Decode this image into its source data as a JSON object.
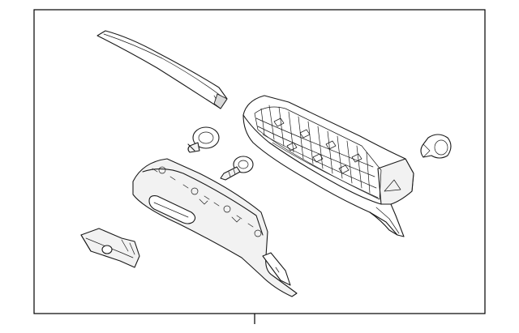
{
  "diagram": {
    "parts": [
      {
        "id": "trim-strip",
        "icon": "trim-strip-part"
      },
      {
        "id": "glove-box-bin",
        "icon": "glove-box-bin-part"
      },
      {
        "id": "bumper-stop-left",
        "icon": "bumper-stop-part"
      },
      {
        "id": "bumper-stop-right",
        "icon": "bumper-stop-part"
      },
      {
        "id": "screw",
        "icon": "screw-part"
      },
      {
        "id": "glove-box-door",
        "icon": "glove-box-door-part"
      },
      {
        "id": "latch-striker",
        "icon": "latch-striker-part"
      }
    ],
    "line_color": "#1a1a1a",
    "frame_color": "#000000"
  }
}
